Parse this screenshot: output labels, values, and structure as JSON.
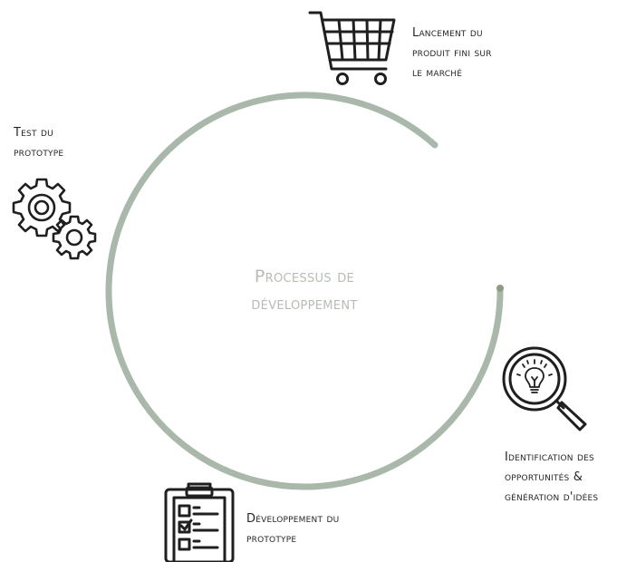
{
  "center": {
    "line1": "Processus de",
    "line2": "développement"
  },
  "stages": {
    "launch": {
      "lines": [
        "Lancement du",
        "produit fini sur",
        "le marché"
      ],
      "icon": "shopping-cart-icon"
    },
    "test": {
      "lines": [
        "Test du",
        "prototype"
      ],
      "icon": "gears-icon"
    },
    "identification": {
      "lines": [
        "Identification des",
        "opportunités &",
        "génération d'idées"
      ],
      "icon": "magnifier-lightbulb-icon"
    },
    "development": {
      "lines": [
        "Développement du",
        "prototype"
      ],
      "icon": "clipboard-checklist-icon"
    }
  },
  "colors": {
    "ring": "#a9b8aa",
    "ring_end": "#8f9c84",
    "text": "#262626",
    "center_text": "#b7bcb6"
  }
}
